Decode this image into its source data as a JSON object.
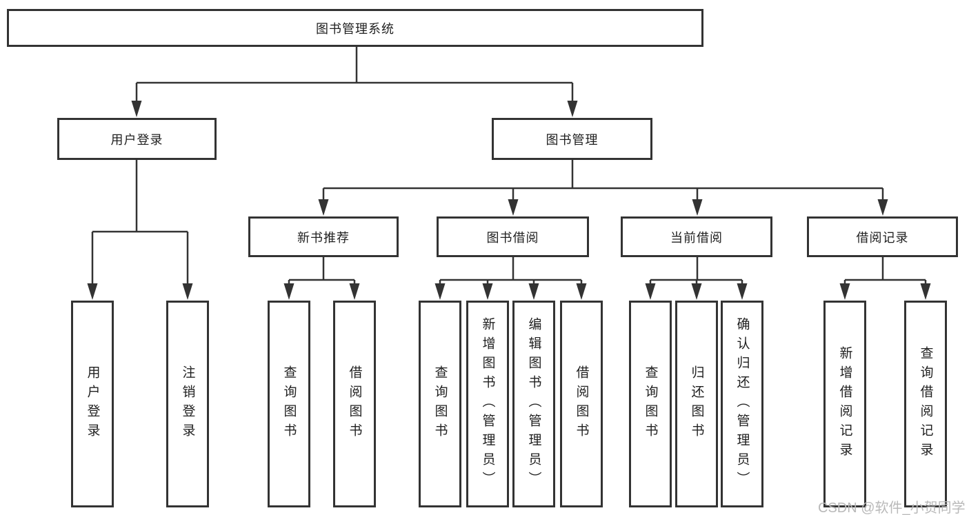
{
  "tree": {
    "label": "图书管理系统",
    "children": [
      {
        "label": "用户登录",
        "children": [
          {
            "label": "用户登录"
          },
          {
            "label": "注销登录"
          }
        ]
      },
      {
        "label": "图书管理",
        "children": [
          {
            "label": "新书推荐",
            "children": [
              {
                "label": "查询图书"
              },
              {
                "label": "借阅图书"
              }
            ]
          },
          {
            "label": "图书借阅",
            "children": [
              {
                "label": "查询图书"
              },
              {
                "label": "新增图书（管理员）"
              },
              {
                "label": "编辑图书（管理员）"
              },
              {
                "label": "借阅图书"
              }
            ]
          },
          {
            "label": "当前借阅",
            "children": [
              {
                "label": "查询图书"
              },
              {
                "label": "归还图书"
              },
              {
                "label": "确认归还（管理员）"
              }
            ]
          },
          {
            "label": "借阅记录",
            "children": [
              {
                "label": "新增借阅记录"
              },
              {
                "label": "查询借阅记录"
              }
            ]
          }
        ]
      }
    ]
  },
  "watermark": "CSDN @软件_小贺同学",
  "colors": {
    "line": "#333333",
    "text": "#1f1f1f",
    "background": "#ffffff",
    "watermark": "#b9b9b9"
  }
}
